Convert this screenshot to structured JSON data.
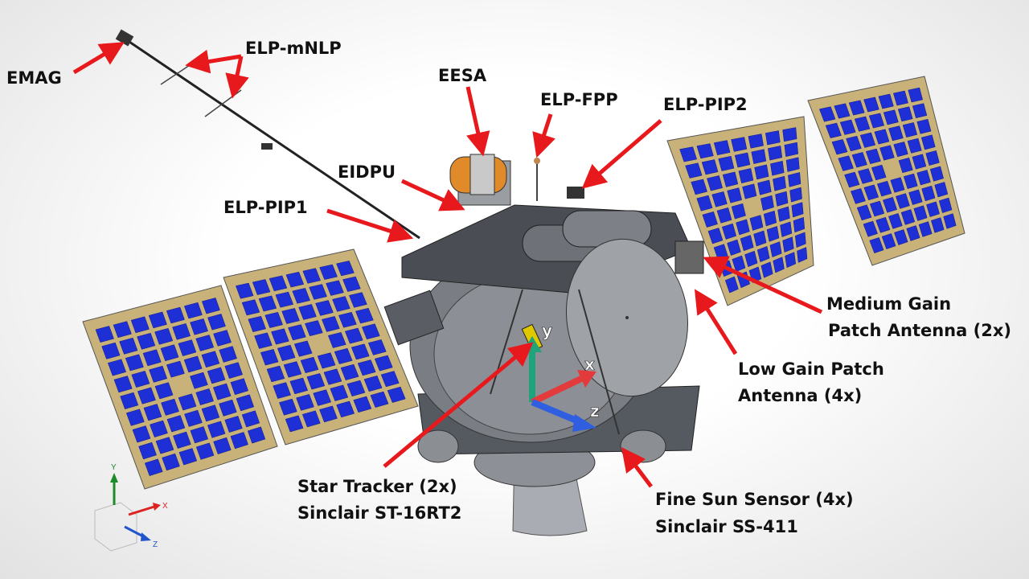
{
  "labels": {
    "emag": "EMAG",
    "elp_mnlp": "ELP-mNLP",
    "eesa": "EESA",
    "elp_fpp": "ELP-FPP",
    "elp_pip2": "ELP-PIP2",
    "eidpu": "EIDPU",
    "elp_pip1": "ELP-PIP1",
    "medium_gain_1": "Medium Gain",
    "medium_gain_2": "Patch Antenna (2x)",
    "low_gain_1": "Low Gain Patch",
    "low_gain_2": "Antenna (4x)",
    "star_tracker_1": "Star Tracker (2x)",
    "star_tracker_2": "Sinclair ST-16RT2",
    "sun_sensor_1": "Fine Sun Sensor (4x)",
    "sun_sensor_2": "Sinclair SS-411"
  },
  "body_axes": {
    "y": "y",
    "x": "x",
    "z": "z"
  },
  "triad": {
    "y": "Y",
    "x": "X",
    "z": "Z"
  },
  "colors": {
    "arrow": "#e8191c",
    "panel": "#c9b27a",
    "cell": "#1f2fd6",
    "y_axis": "#1fa37a",
    "x_axis": "#e33b3b",
    "z_axis": "#2f5fe0"
  }
}
